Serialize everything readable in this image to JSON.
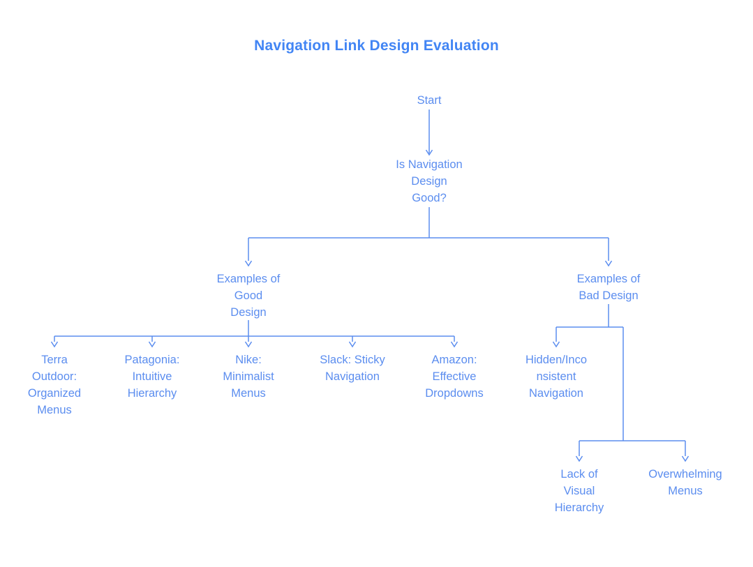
{
  "diagram": {
    "title": "Navigation Link Design Evaluation",
    "colors": {
      "title_text": "#4285f4",
      "node_text": "#5b8def",
      "connector_line": "#5b8def",
      "background": "#ffffff"
    },
    "nodes": {
      "start": {
        "label": "Start"
      },
      "question": {
        "label": "Is Navigation\nDesign\nGood?"
      },
      "good": {
        "label": "Examples of\nGood\nDesign"
      },
      "bad": {
        "label": "Examples of\nBad Design"
      },
      "terra": {
        "label": "Terra\nOutdoor:\nOrganized\nMenus"
      },
      "patagonia": {
        "label": "Patagonia:\nIntuitive\nHierarchy"
      },
      "nike": {
        "label": "Nike:\nMinimalist\nMenus"
      },
      "slack": {
        "label": "Slack: Sticky\nNavigation"
      },
      "amazon": {
        "label": "Amazon:\nEffective\nDropdowns"
      },
      "hidden": {
        "label": "Hidden/Inco\nnsistent\nNavigation"
      },
      "lack": {
        "label": "Lack of\nVisual\nHierarchy"
      },
      "overwhelming": {
        "label": "Overwhelming\nMenus"
      }
    },
    "edges": [
      {
        "from": "start",
        "to": "question"
      },
      {
        "from": "question",
        "to": "good"
      },
      {
        "from": "question",
        "to": "bad"
      },
      {
        "from": "good",
        "to": "terra"
      },
      {
        "from": "good",
        "to": "patagonia"
      },
      {
        "from": "good",
        "to": "nike"
      },
      {
        "from": "good",
        "to": "slack"
      },
      {
        "from": "good",
        "to": "amazon"
      },
      {
        "from": "bad",
        "to": "hidden"
      },
      {
        "from": "bad",
        "to": "lack"
      },
      {
        "from": "bad",
        "to": "overwhelming"
      }
    ]
  }
}
